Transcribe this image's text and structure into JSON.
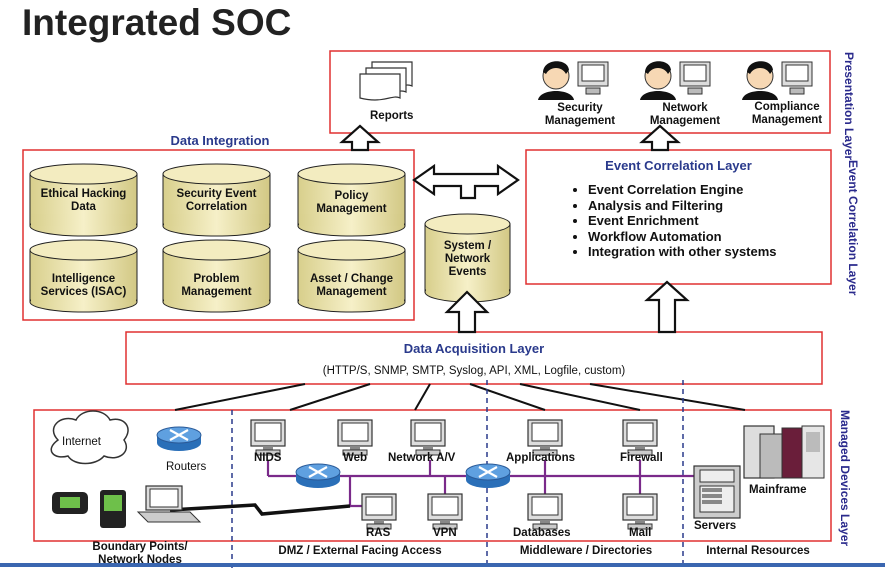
{
  "title": "Integrated SOC",
  "presentation": {
    "side_label": "Presentation Layer",
    "reports": "Reports",
    "security": [
      "Security",
      "Management"
    ],
    "network": [
      "Network",
      "Management"
    ],
    "compliance": [
      "Compliance",
      "Management"
    ]
  },
  "data_integration": {
    "header": "Data Integration",
    "cylinders": [
      [
        "Ethical Hacking",
        "Data"
      ],
      [
        "Security Event",
        "Correlation"
      ],
      [
        "Policy",
        "Management"
      ],
      [
        "Intelligence",
        "Services (ISAC)"
      ],
      [
        "Problem",
        "Management"
      ],
      [
        "Asset / Change",
        "Management"
      ]
    ]
  },
  "system_events": [
    "System /",
    "Network",
    "Events"
  ],
  "event_correlation": {
    "header": "Event Correlation Layer",
    "side_label": "Event Correlation Layer",
    "items": [
      "Event Correlation Engine",
      "Analysis and Filtering",
      "Event Enrichment",
      "Workflow Automation",
      "Integration with other systems"
    ]
  },
  "data_acquisition": {
    "header": "Data Acquisition Layer",
    "protocols": "(HTTP/S, SNMP, SMTP, Syslog, API, XML, Logfile, custom)"
  },
  "managed": {
    "side_label": "Managed Devices Layer",
    "internet": "Internet",
    "routers": "Routers",
    "nids": "NIDS",
    "web": "Web",
    "network_av": "Network A/V",
    "applications": "Applications",
    "firewall": "Firewall",
    "mainframe": "Mainframe",
    "servers": "Servers",
    "ras": "RAS",
    "vpn": "VPN",
    "databases": "Databases",
    "mail": "Mail",
    "sections": [
      [
        "Boundary Points/",
        "Network Nodes"
      ],
      [
        "DMZ / External Facing  Access"
      ],
      [
        "Middleware / Directories"
      ],
      [
        "Internal Resources"
      ]
    ]
  }
}
